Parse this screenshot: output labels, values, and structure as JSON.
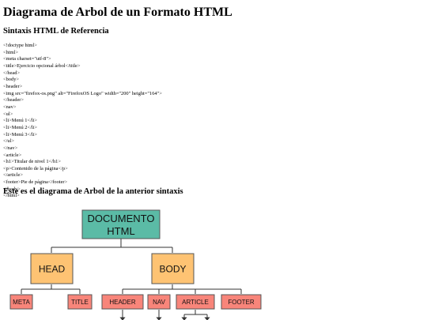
{
  "page": {
    "title": "Diagrama de Arbol de un Formato HTML"
  },
  "syntax_section": {
    "heading": "Sintaxis HTML de Referencia",
    "code_lines": [
      "<!doctype html>",
      "<html>",
      "<meta charset=\"utf-8\">",
      "<title>Ejercicio opcional árbol</title>",
      "</head>",
      "<body>",
      "<header>",
      "<img src=\"firefox-os.png\" alt=\"FirefoxOS Logo\" width=\"200\" height=\"164\">",
      "</header>",
      "<nav>",
      "<ul>",
      "<li>Menú 1</li>",
      "<li>Menú 2</li>",
      "<li>Menú 3</li>",
      "</ul>",
      "</nav>",
      "<article>",
      "<h1>Titular de nivel 1</h1>",
      "<p>Contenido de la página</p>",
      "</article>",
      "<footer>Pie de página</footer>",
      "</body>",
      "</html>"
    ]
  },
  "diagram_section": {
    "heading": "Este es el diagrama de Arbol de la anterior sintaxis"
  },
  "tree": {
    "root": {
      "line1": "DOCUMENTO",
      "line2": "HTML"
    },
    "head": {
      "label": "HEAD"
    },
    "body": {
      "label": "BODY"
    },
    "meta": {
      "label": "META"
    },
    "title": {
      "label": "TITLE"
    },
    "header": {
      "label": "HEADER"
    },
    "nav": {
      "label": "NAV"
    },
    "article": {
      "label": "ARTICLE"
    },
    "footer": {
      "label": "FOOTER"
    }
  },
  "colors": {
    "root_fill": "#5bbba6",
    "level1_fill": "#fec373",
    "level2_fill": "#f8857a",
    "border": "#555555",
    "line": "#333333"
  }
}
